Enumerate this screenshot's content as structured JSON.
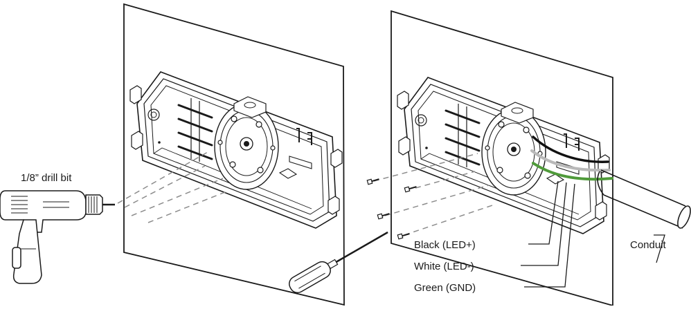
{
  "labels": {
    "drill_bit": "1/8” drill bit",
    "black_wire": "Black  (LED+)",
    "white_wire": "White  (LED-)",
    "green_wire": "Green (GND)",
    "conduit": "Conduit"
  },
  "colors": {
    "line": "#1a1a1a",
    "wire_black": "#111111",
    "wire_white": "#b9b9b9",
    "wire_green": "#4f9a3a",
    "dashed": "#8c8c8c"
  },
  "icons": [
    "drill-icon",
    "screwdriver-icon",
    "screw-icon",
    "junction-box-icon",
    "conduit-icon"
  ]
}
